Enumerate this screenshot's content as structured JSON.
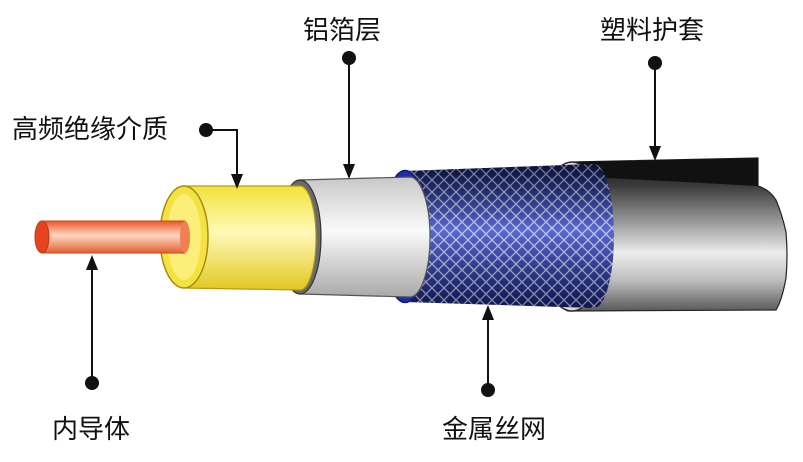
{
  "labels": {
    "jacket": "塑料护套",
    "foil": "铝箔层",
    "dielectric": "高频绝缘介质",
    "conductor": "内导体",
    "braid": "金属丝网"
  },
  "colors": {
    "jacket": "#3a3a3a",
    "jacket_highlight": "#f4f4f4",
    "braid": "#2a3aa0",
    "braid_edge": "#1830b0",
    "foil": "#d8d8d8",
    "dielectric": "#f2e23a",
    "conductor": "#f07040",
    "leader": "#111111",
    "text": "#111111"
  }
}
